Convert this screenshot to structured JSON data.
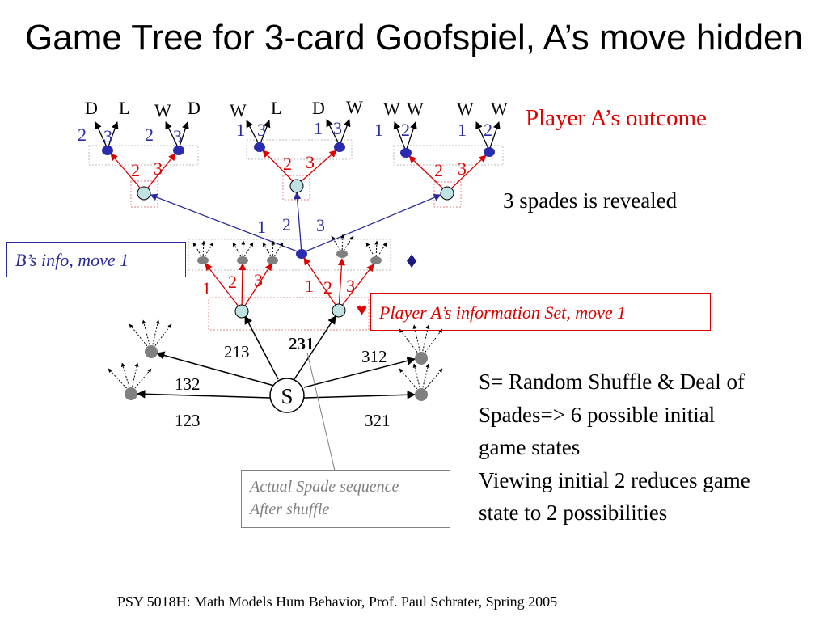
{
  "title": "Game Tree for 3-card Goofspiel, A’s move hidden",
  "footer": "PSY 5018H: Math Models Hum Behavior, Prof. Paul Schrater, Spring 2005",
  "colors": {
    "red": "#dd0000",
    "blue": "#2a2aa0",
    "node_light": "#bfe3e3",
    "node_blue": "#2b2bb0",
    "node_gray": "#808080",
    "note_gray": "#808080"
  },
  "outcomes": [
    "D",
    "L",
    "W",
    "D",
    "W",
    "L",
    "D",
    "W",
    "W",
    "W",
    "W",
    "W"
  ],
  "top_labels": {
    "group_left": [
      "2",
      "3",
      "2",
      "3"
    ],
    "group_mid": [
      "1",
      "3",
      "1",
      "3"
    ],
    "group_right": [
      "1",
      "2",
      "1",
      "2"
    ],
    "red_left": [
      "2",
      "3"
    ],
    "red_mid": [
      "2",
      "3"
    ],
    "red_right": [
      "2",
      "3"
    ]
  },
  "b_labels": [
    "1",
    "2",
    "3"
  ],
  "a_labels_left": [
    "1",
    "2",
    "3"
  ],
  "a_labels_right": [
    "1",
    "2",
    "3"
  ],
  "shuffle_labels": {
    "s213": "213",
    "s231": "231",
    "s312": "312",
    "s132": "132",
    "s123": "123",
    "s321": "321"
  },
  "root_label": "S",
  "player_outcome": "Player A’s outcome",
  "spades_revealed": "3 spades is revealed",
  "b_info": "B’s info, move 1",
  "a_info": "Player A’s information Set, move 1",
  "diamond_icon": "♦",
  "heart_icon": "♥",
  "actual_note": [
    "Actual Spade sequence",
    "After shuffle"
  ],
  "random_text": [
    "S= Random Shuffle & Deal of",
    "Spades=> 6 possible initial",
    "game states",
    "Viewing initial 2 reduces game",
    "state to 2 possibilities"
  ]
}
